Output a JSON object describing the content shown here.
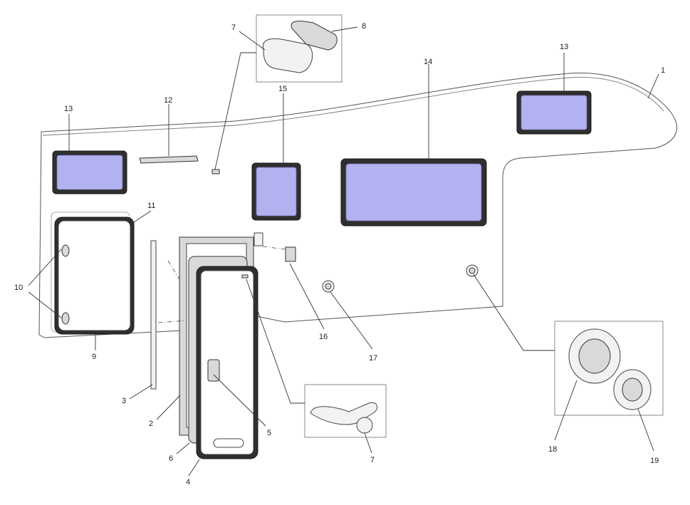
{
  "callouts": [
    {
      "num": "1"
    },
    {
      "num": "2"
    },
    {
      "num": "3"
    },
    {
      "num": "4"
    },
    {
      "num": "5"
    },
    {
      "num": "6"
    },
    {
      "num": "7"
    },
    {
      "num": "7"
    },
    {
      "num": "8"
    },
    {
      "num": "9"
    },
    {
      "num": "10"
    },
    {
      "num": "11"
    },
    {
      "num": "12"
    },
    {
      "num": "13"
    },
    {
      "num": "13"
    },
    {
      "num": "14"
    },
    {
      "num": "15"
    },
    {
      "num": "16"
    },
    {
      "num": "17"
    },
    {
      "num": "18"
    },
    {
      "num": "19"
    }
  ],
  "colors": {
    "glass": "#b3b2f0",
    "frame": "#2f2f2f",
    "line": "#444444"
  }
}
